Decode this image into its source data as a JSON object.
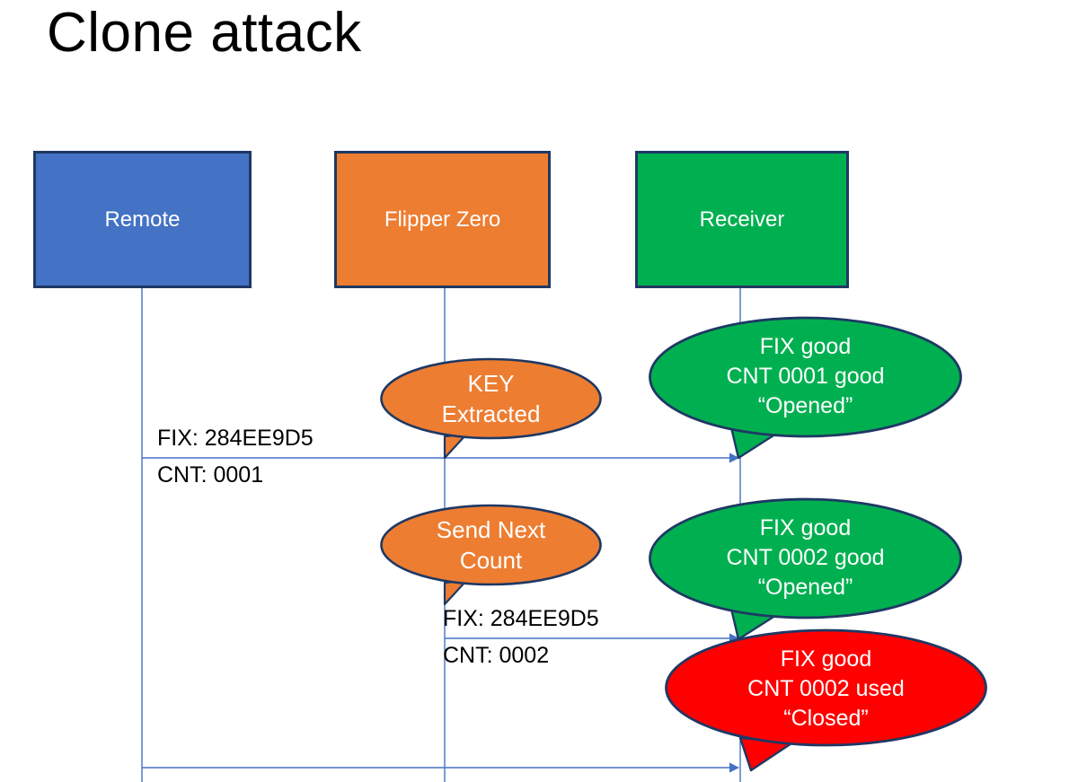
{
  "slide": {
    "title": "Clone attack",
    "background": "#FFFFFF"
  },
  "colors": {
    "remote_blue": "#4472C4",
    "flipper_orange": "#ED7D31",
    "receiver_green": "#00B050",
    "alert_red": "#FF0000",
    "outline_navy": "#1F3864",
    "line_blue": "#4472C4",
    "text_on_fill": "#FFFFFF",
    "text_black": "#000000"
  },
  "actors": [
    {
      "id": "remote",
      "label": "Remote",
      "fill": "#4472C4"
    },
    {
      "id": "flipper",
      "label": "Flipper Zero",
      "fill": "#ED7D31"
    },
    {
      "id": "receiver",
      "label": "Receiver",
      "fill": "#00B050"
    }
  ],
  "messages": [
    {
      "id": "msg-1",
      "from": "remote",
      "to": "receiver",
      "line_1": "FIX: 284EE9D5",
      "line_2": "CNT: 0001"
    },
    {
      "id": "msg-2",
      "from": "flipper",
      "to": "receiver",
      "line_1": "FIX: 284EE9D5",
      "line_2": "CNT: 0002"
    },
    {
      "id": "msg-3",
      "from": "remote",
      "to": "receiver",
      "line_1": "",
      "line_2": ""
    }
  ],
  "callouts": [
    {
      "id": "key-extracted",
      "owner": "flipper",
      "fill": "#ED7D31",
      "lines": [
        "KEY",
        "Extracted"
      ]
    },
    {
      "id": "send-next-count",
      "owner": "flipper",
      "fill": "#ED7D31",
      "lines": [
        "Send Next",
        "Count"
      ]
    },
    {
      "id": "receiver-cnt-0001-good",
      "owner": "receiver",
      "fill": "#00B050",
      "lines": [
        "FIX good",
        "CNT 0001 good",
        "“Opened”"
      ]
    },
    {
      "id": "receiver-cnt-0002-good",
      "owner": "receiver",
      "fill": "#00B050",
      "lines": [
        "FIX good",
        "CNT 0002 good",
        "“Opened”"
      ]
    },
    {
      "id": "receiver-cnt-0002-used",
      "owner": "receiver",
      "fill": "#FF0000",
      "lines": [
        "FIX good",
        "CNT 0002 used",
        "“Closed”"
      ]
    }
  ]
}
